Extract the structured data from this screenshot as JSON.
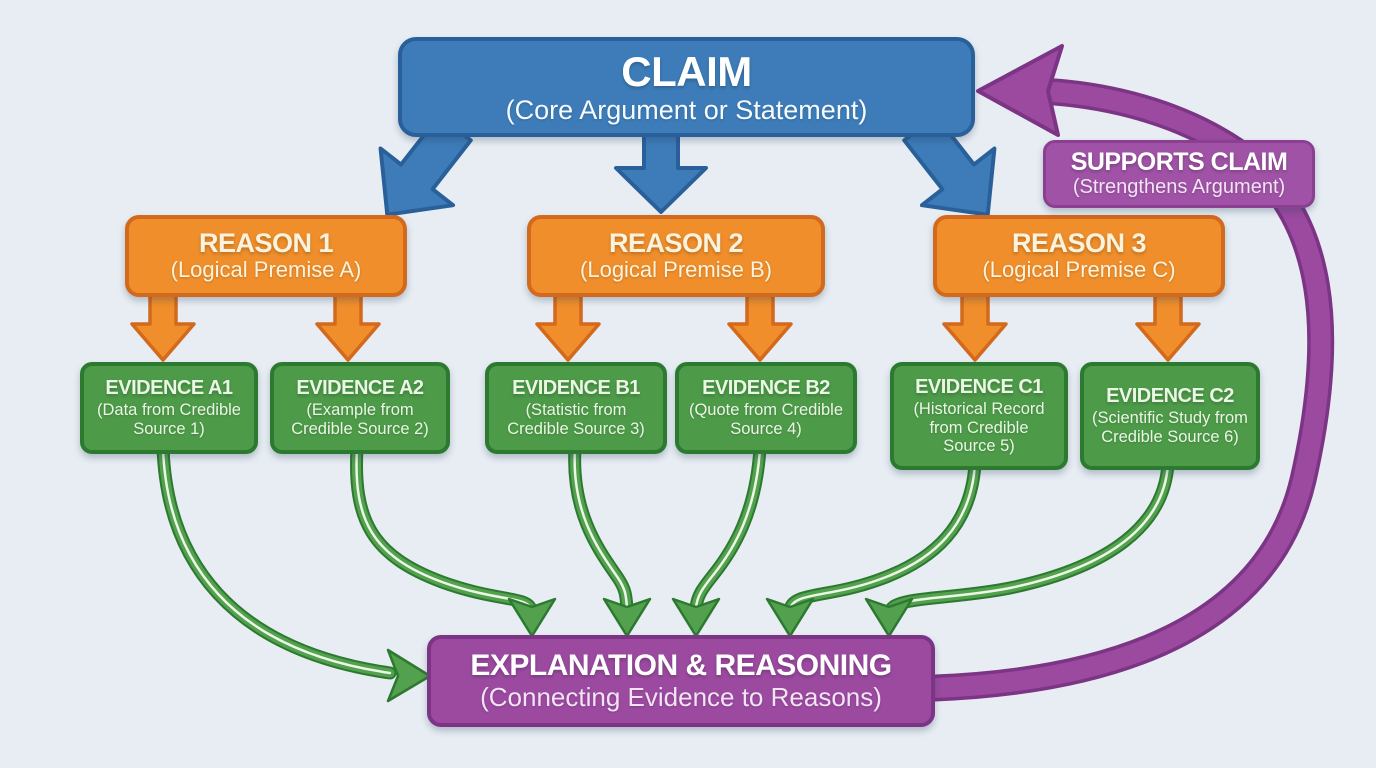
{
  "diagram_title": "Claim-Evidence-Reasoning argument map",
  "palette": {
    "background": "#e7edf3",
    "claim_blue": "#3d7cb8",
    "claim_blue_border": "#2a609a",
    "reason_orange": "#ef8e2b",
    "reason_orange_border": "#d3691c",
    "evidence_green": "#4d9b49",
    "evidence_green_border": "#2c7a30",
    "purple": "#9b4aa0",
    "purple_border": "#7c3484",
    "text_light": "#ffffff"
  },
  "claim": {
    "title": "CLAIM",
    "subtitle": "(Core Argument or Statement)"
  },
  "reasons": [
    {
      "title": "REASON 1",
      "subtitle": "(Logical Premise A)"
    },
    {
      "title": "REASON 2",
      "subtitle": "(Logical Premise B)"
    },
    {
      "title": "REASON 3",
      "subtitle": "(Logical Premise C)"
    }
  ],
  "evidence": [
    {
      "title": "EVIDENCE A1",
      "subtitle": "(Data from Credible Source 1)"
    },
    {
      "title": "EVIDENCE A2",
      "subtitle": "(Example from Credible Source 2)"
    },
    {
      "title": "EVIDENCE B1",
      "subtitle": "(Statistic from Credible Source 3)"
    },
    {
      "title": "EVIDENCE B2",
      "subtitle": "(Quote from Credible Source 4)"
    },
    {
      "title": "EVIDENCE C1",
      "subtitle": "(Historical Record from Credible Source 5)"
    },
    {
      "title": "EVIDENCE C2",
      "subtitle": "(Scientific Study from Credible Source 6)"
    }
  ],
  "explanation": {
    "title": "EXPLANATION & REASONING",
    "subtitle": "(Connecting Evidence to Reasons)"
  },
  "supports_label": {
    "title": "SUPPORTS CLAIM",
    "subtitle": "(Strengthens Argument)"
  }
}
